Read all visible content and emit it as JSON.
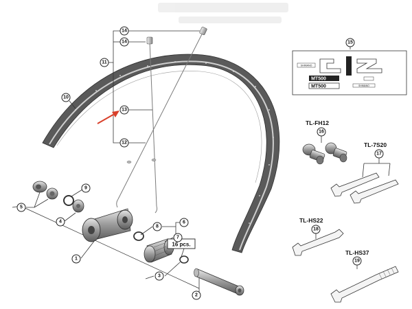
{
  "callouts": {
    "c1": "1",
    "c2": "2",
    "c3": "3",
    "c4": "4",
    "c5": "5",
    "c6": "6",
    "c7": "7",
    "c8": "8",
    "c9": "9",
    "c10": "10",
    "c11": "11",
    "c12": "12",
    "c13": "13",
    "c14a": "14",
    "c14b": "14",
    "c15": "15",
    "c16": "16",
    "c17": "17",
    "c18": "18",
    "c19": "19"
  },
  "badge": "16 pcs.",
  "tools": {
    "fh12": "TL-FH12",
    "s20": "TL-7S20",
    "hs22": "TL-HS22",
    "hs37": "TL-HS37"
  },
  "sticker": {
    "brand_a": "SHIMANO",
    "model_1": "MT500",
    "model_2": "MT500",
    "brand_b": "SHIMANO"
  },
  "colors": {
    "rim_dark": "#5a5a5a",
    "rim_light": "#cfcfcf",
    "arrow": "#d9402b",
    "part": "#8a8a8a"
  }
}
